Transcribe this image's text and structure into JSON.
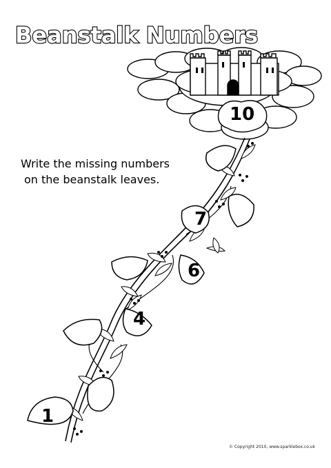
{
  "title": "Beanstalk Numbers",
  "instructions": {
    "line1": "Write the missing numbers",
    "line2": "on the beanstalk leaves."
  },
  "leaves": [
    {
      "number": "10",
      "slot": "cloud"
    },
    {
      "number": "7",
      "slot": "upper-leaf"
    },
    {
      "number": "6",
      "slot": "middle-leaf"
    },
    {
      "number": "4",
      "slot": "lower-leaf"
    },
    {
      "number": "1",
      "slot": "bottom-leaf"
    }
  ],
  "copyright": "© Copyright 2010, www.sparklebox.co.uk"
}
